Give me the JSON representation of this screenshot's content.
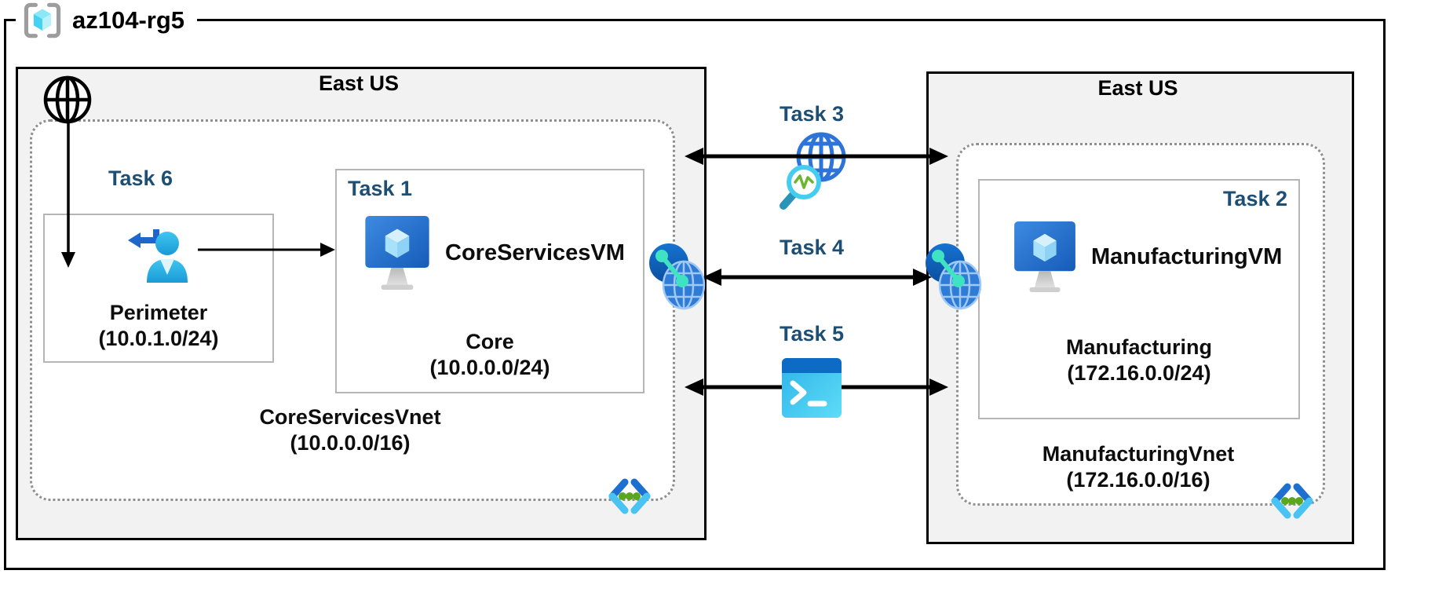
{
  "resource_group": {
    "name": "az104-rg5"
  },
  "regions": {
    "left": {
      "location": "East US",
      "vnet_name": "CoreServicesVnet",
      "vnet_cidr": "(10.0.0.0/16)",
      "perimeter": {
        "task_label": "Task 6",
        "subnet_name": "Perimeter",
        "subnet_cidr": "(10.0.1.0/24)"
      },
      "core": {
        "task_label": "Task 1",
        "vm_name": "CoreServicesVM",
        "subnet_name": "Core",
        "subnet_cidr": "(10.0.0.0/24)"
      }
    },
    "right": {
      "location": "East US",
      "vnet_name": "ManufacturingVnet",
      "vnet_cidr": "(172.16.0.0/16)",
      "manufacturing": {
        "task_label": "Task 2",
        "vm_name": "ManufacturingVM",
        "subnet_name": "Manufacturing",
        "subnet_cidr": "(172.16.0.0/24)"
      }
    }
  },
  "connections": {
    "task3": {
      "label": "Task 3",
      "icon": "network-watcher-icon"
    },
    "task4": {
      "label": "Task 4",
      "icon": "vnet-peering-icon"
    },
    "task5": {
      "label": "Task 5",
      "icon": "cloud-shell-icon"
    }
  },
  "icons": {
    "resource_group": "resource-group-icon",
    "internet": "globe-icon",
    "perimeter_user": "user-signin-icon",
    "virtual_machine": "vm-icon",
    "virtual_network": "vnet-icon",
    "network_watcher": "network-watcher-icon",
    "vnet_peering": "vnet-peering-icon",
    "cloud_shell": "cloud-shell-icon"
  },
  "colors": {
    "task_label": "#1d4e74",
    "region_fill": "#f2f2f2",
    "outline": "#000000",
    "subnet_border": "#b5b5b5",
    "dotted_border": "#8f8f8f",
    "azure_blue": "#2e7cd6",
    "azure_dark_blue": "#0f5cb4",
    "cyan": "#49c3f1",
    "teal": "#3fe3c2",
    "green": "#5aa61f",
    "bracket_gray": "#9d9d9d"
  }
}
